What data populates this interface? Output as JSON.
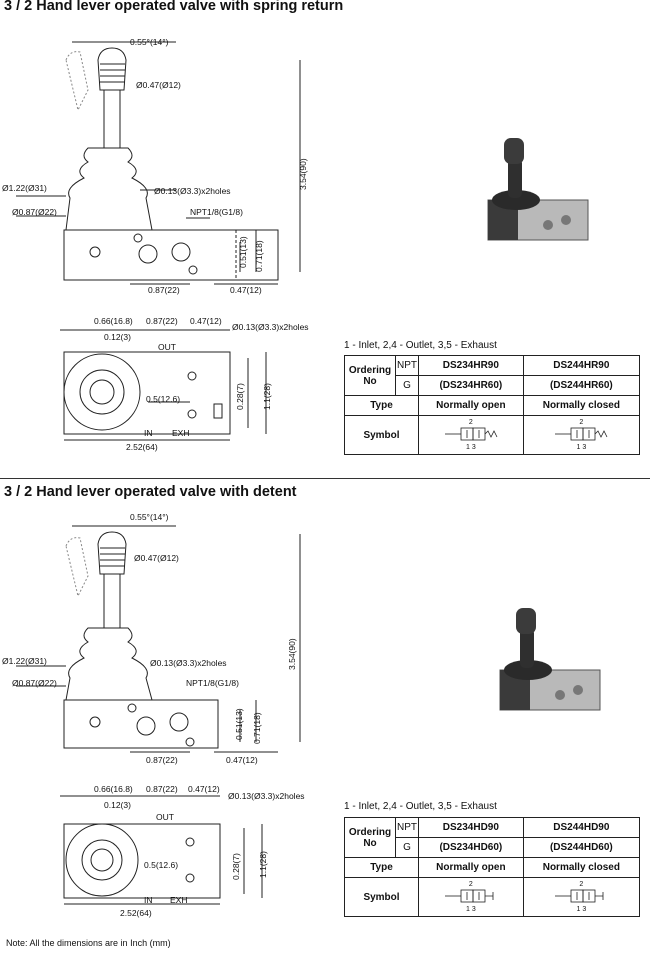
{
  "sections": [
    {
      "title": "3 / 2 Hand lever operated valve with spring return",
      "dims": {
        "angle": "0.55°(14°)",
        "knob_dia": "Ø0.47(Ø12)",
        "height": "3.54(90)",
        "boot_dia": "Ø1.22(Ø31)",
        "holes": "Ø0.13(Ø3.3)x2holes",
        "base_dia": "Ø0.87(Ø22)",
        "port": "NPT1/8(G1/8)",
        "h1": "0.51(13)",
        "h2": "0.71(18)",
        "w1": "0.87(22)",
        "w2": "0.47(12)",
        "top1": "0.66(16.8)",
        "top2": "0.87(22)",
        "top3": "0.47(12)",
        "top_holes": "Ø0.13(Ø3.3)x2holes",
        "off": "0.12(3)",
        "out": "OUT",
        "mid": "0.5(12.6)",
        "side1": "0.28(7)",
        "side2": "1.1(28)",
        "in": "IN",
        "exh": "EXH",
        "total": "2.52(64)"
      },
      "legend": "1 - Inlet,    2,4 - Outlet,    3,5 - Exhaust",
      "table": {
        "ordering": "Ordering",
        "no": "No",
        "npt": "NPT",
        "g": "G",
        "npt_a": "DS234HR90",
        "npt_b": "DS244HR90",
        "g_a": "(DS234HR60)",
        "g_b": "(DS244HR60)",
        "type_label": "Type",
        "type_a": "Normally open",
        "type_b": "Normally closed",
        "symbol_label": "Symbol",
        "sym_top": "2",
        "sym_bottom": "1 3"
      }
    },
    {
      "title": "3 / 2 Hand lever operated valve with detent",
      "dims": {
        "angle": "0.55°(14°)",
        "knob_dia": "Ø0.47(Ø12)",
        "height": "3.54(90)",
        "boot_dia": "Ø1.22(Ø31)",
        "holes": "Ø0.13(Ø3.3)x2holes",
        "base_dia": "Ø0.87(Ø22)",
        "port": "NPT1/8(G1/8)",
        "h1": "0.51(13)",
        "h2": "0.71(18)",
        "w1": "0.87(22)",
        "w2": "0.47(12)",
        "top1": "0.66(16.8)",
        "top2": "0.87(22)",
        "top3": "0.47(12)",
        "top_holes": "Ø0.13(Ø3.3)x2holes",
        "off": "0.12(3)",
        "out": "OUT",
        "mid": "0.5(12.6)",
        "side1": "0.28(7)",
        "side2": "1.1(28)",
        "in": "IN",
        "exh": "EXH",
        "total": "2.52(64)"
      },
      "legend": "1 - Inlet,    2,4 - Outlet,    3,5 - Exhaust",
      "table": {
        "ordering": "Ordering",
        "no": "No",
        "npt": "NPT",
        "g": "G",
        "npt_a": "DS234HD90",
        "npt_b": "DS244HD90",
        "g_a": "(DS234HD60)",
        "g_b": "(DS244HD60)",
        "type_label": "Type",
        "type_a": "Normally open",
        "type_b": "Normally closed",
        "symbol_label": "Symbol",
        "sym_top": "2",
        "sym_bottom": "1 3"
      }
    }
  ],
  "note": "Note: All the dimensions are in Inch (mm)"
}
